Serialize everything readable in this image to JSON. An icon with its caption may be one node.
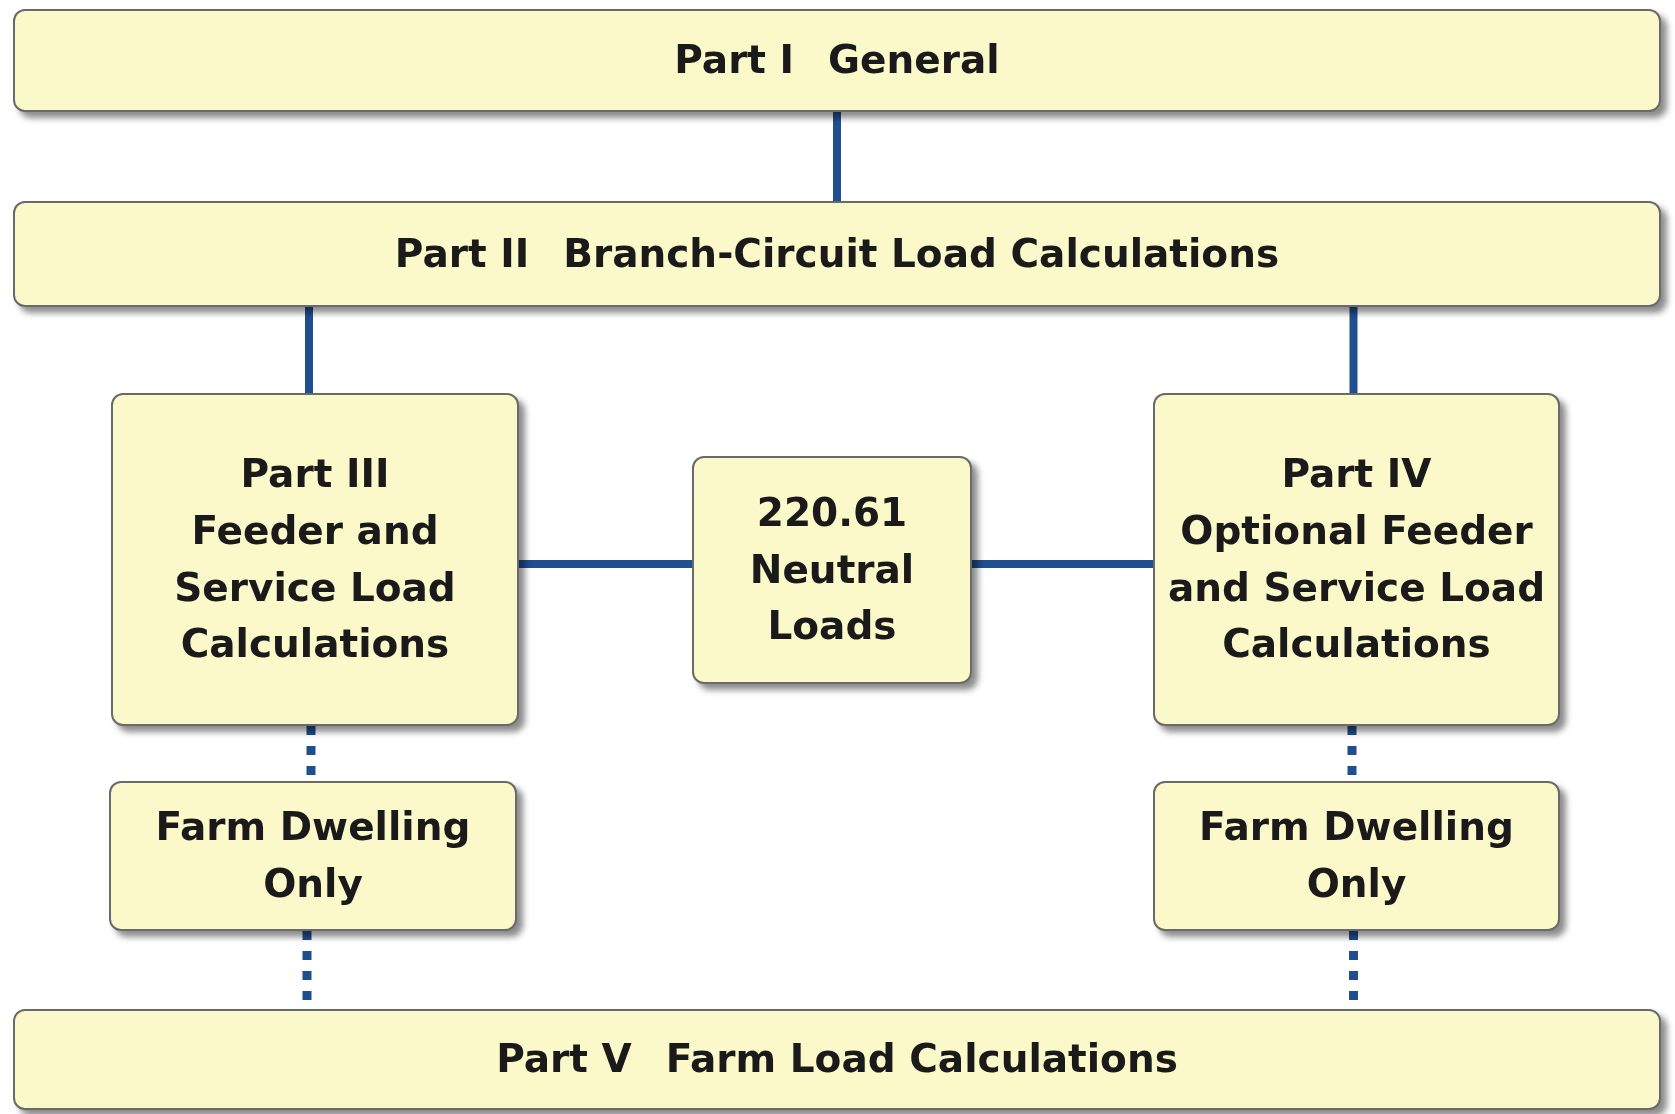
{
  "diagram": {
    "nodes": [
      {
        "text": [
          "Part I",
          "General"
        ]
      },
      {
        "text": [
          "Part II",
          "Branch-Circuit Load Calculations"
        ]
      },
      {
        "text": [
          "Part III",
          "Feeder and Service Load Calculations"
        ]
      },
      {
        "text": [
          "220.61",
          "Neutral Loads"
        ]
      },
      {
        "text": [
          "Part IV",
          "Optional Feeder and Service Load Calculations"
        ]
      },
      {
        "text": [
          "Farm Dwelling Only"
        ]
      },
      {
        "text": [
          "Farm Dwelling Only"
        ]
      },
      {
        "text": [
          "Part V",
          "Farm Load Calculations"
        ]
      }
    ],
    "edges": [
      {
        "from": 0,
        "to": 1,
        "arrow": "none"
      },
      {
        "from": 1,
        "to": 2,
        "arrow": "none"
      },
      {
        "from": 1,
        "to": 4,
        "arrow": "none"
      },
      {
        "from": 2,
        "to": 3,
        "arrow": "none"
      },
      {
        "from": 3,
        "to": 4,
        "arrow": "none"
      },
      {
        "from": 2,
        "to": 5,
        "arrow": "none",
        "style": "dashed"
      },
      {
        "from": 5,
        "to": 7,
        "arrow": "none",
        "style": "dashed"
      },
      {
        "from": 4,
        "to": 6,
        "arrow": "none",
        "style": "dashed"
      },
      {
        "from": 6,
        "to": 7,
        "arrow": "none",
        "style": "dashed"
      }
    ]
  }
}
